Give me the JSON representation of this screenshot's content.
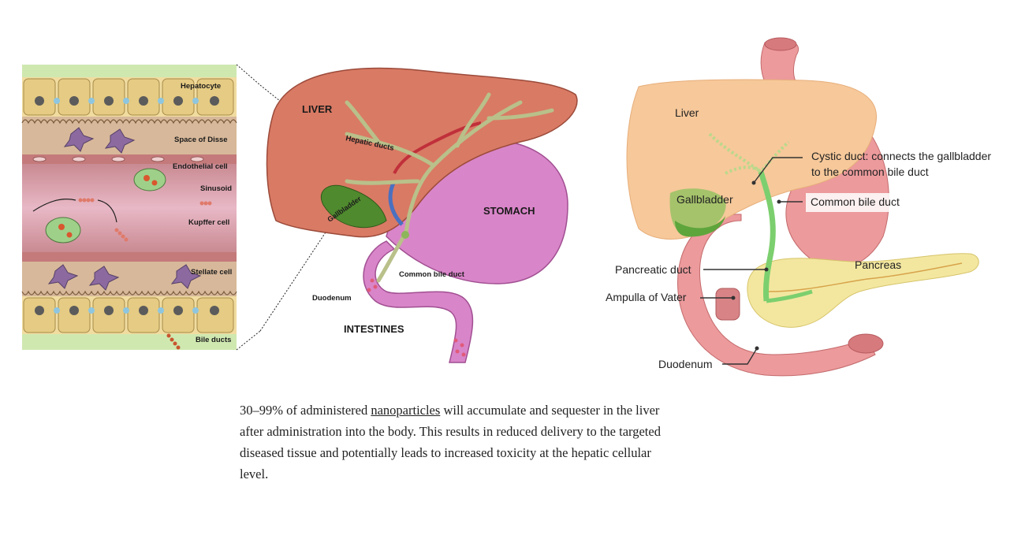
{
  "histology": {
    "labels": {
      "hepatocyte": "Hepatocyte",
      "space_of_disse": "Space of Disse",
      "endothelial_cell": "Endothelial cell",
      "sinusoid": "Sinusoid",
      "kupffer_cell": "Kupffer cell",
      "stellate_cell": "Stellate cell",
      "bile_ducts": "Bile ducts"
    }
  },
  "organs": {
    "labels": {
      "liver": "LIVER",
      "hepatic_ducts": "Hepatic ducts",
      "gallbladder": "Gallbladder",
      "stomach": "STOMACH",
      "common_bile_duct": "Common bile duct",
      "duodenum": "Duodenum",
      "intestines": "INTESTINES"
    }
  },
  "anatomy": {
    "labels": {
      "liver": "Liver",
      "cystic_duct_line1": "Cystic duct: connects the gallbladder",
      "cystic_duct_line2": "to the common bile duct",
      "gallbladder": "Gallbladder",
      "common_bile_duct": "Common bile duct",
      "pancreas": "Pancreas",
      "pancreatic_duct": "Pancreatic duct",
      "ampulla_of_vater": "Ampulla of Vater",
      "duodenum": "Duodenum"
    }
  },
  "caption": {
    "before_link": "30–99% of administered ",
    "link": "nanoparticles",
    "after_link": " will accumulate and sequester in the liver after administration into the body. This results in reduced delivery to the targeted diseased tissue and potentially leads to increased toxicity at the hepatic cellular level."
  },
  "colors": {
    "liver_diagram": "#d97a64",
    "stomach": "#d985c9",
    "bile_green": "#8db55a",
    "anatomy_liver": "#f6c89a",
    "anatomy_gut": "#ec9a9c",
    "anatomy_pancreas": "#f3e7a0",
    "anatomy_duct": "#7ccf6e"
  }
}
